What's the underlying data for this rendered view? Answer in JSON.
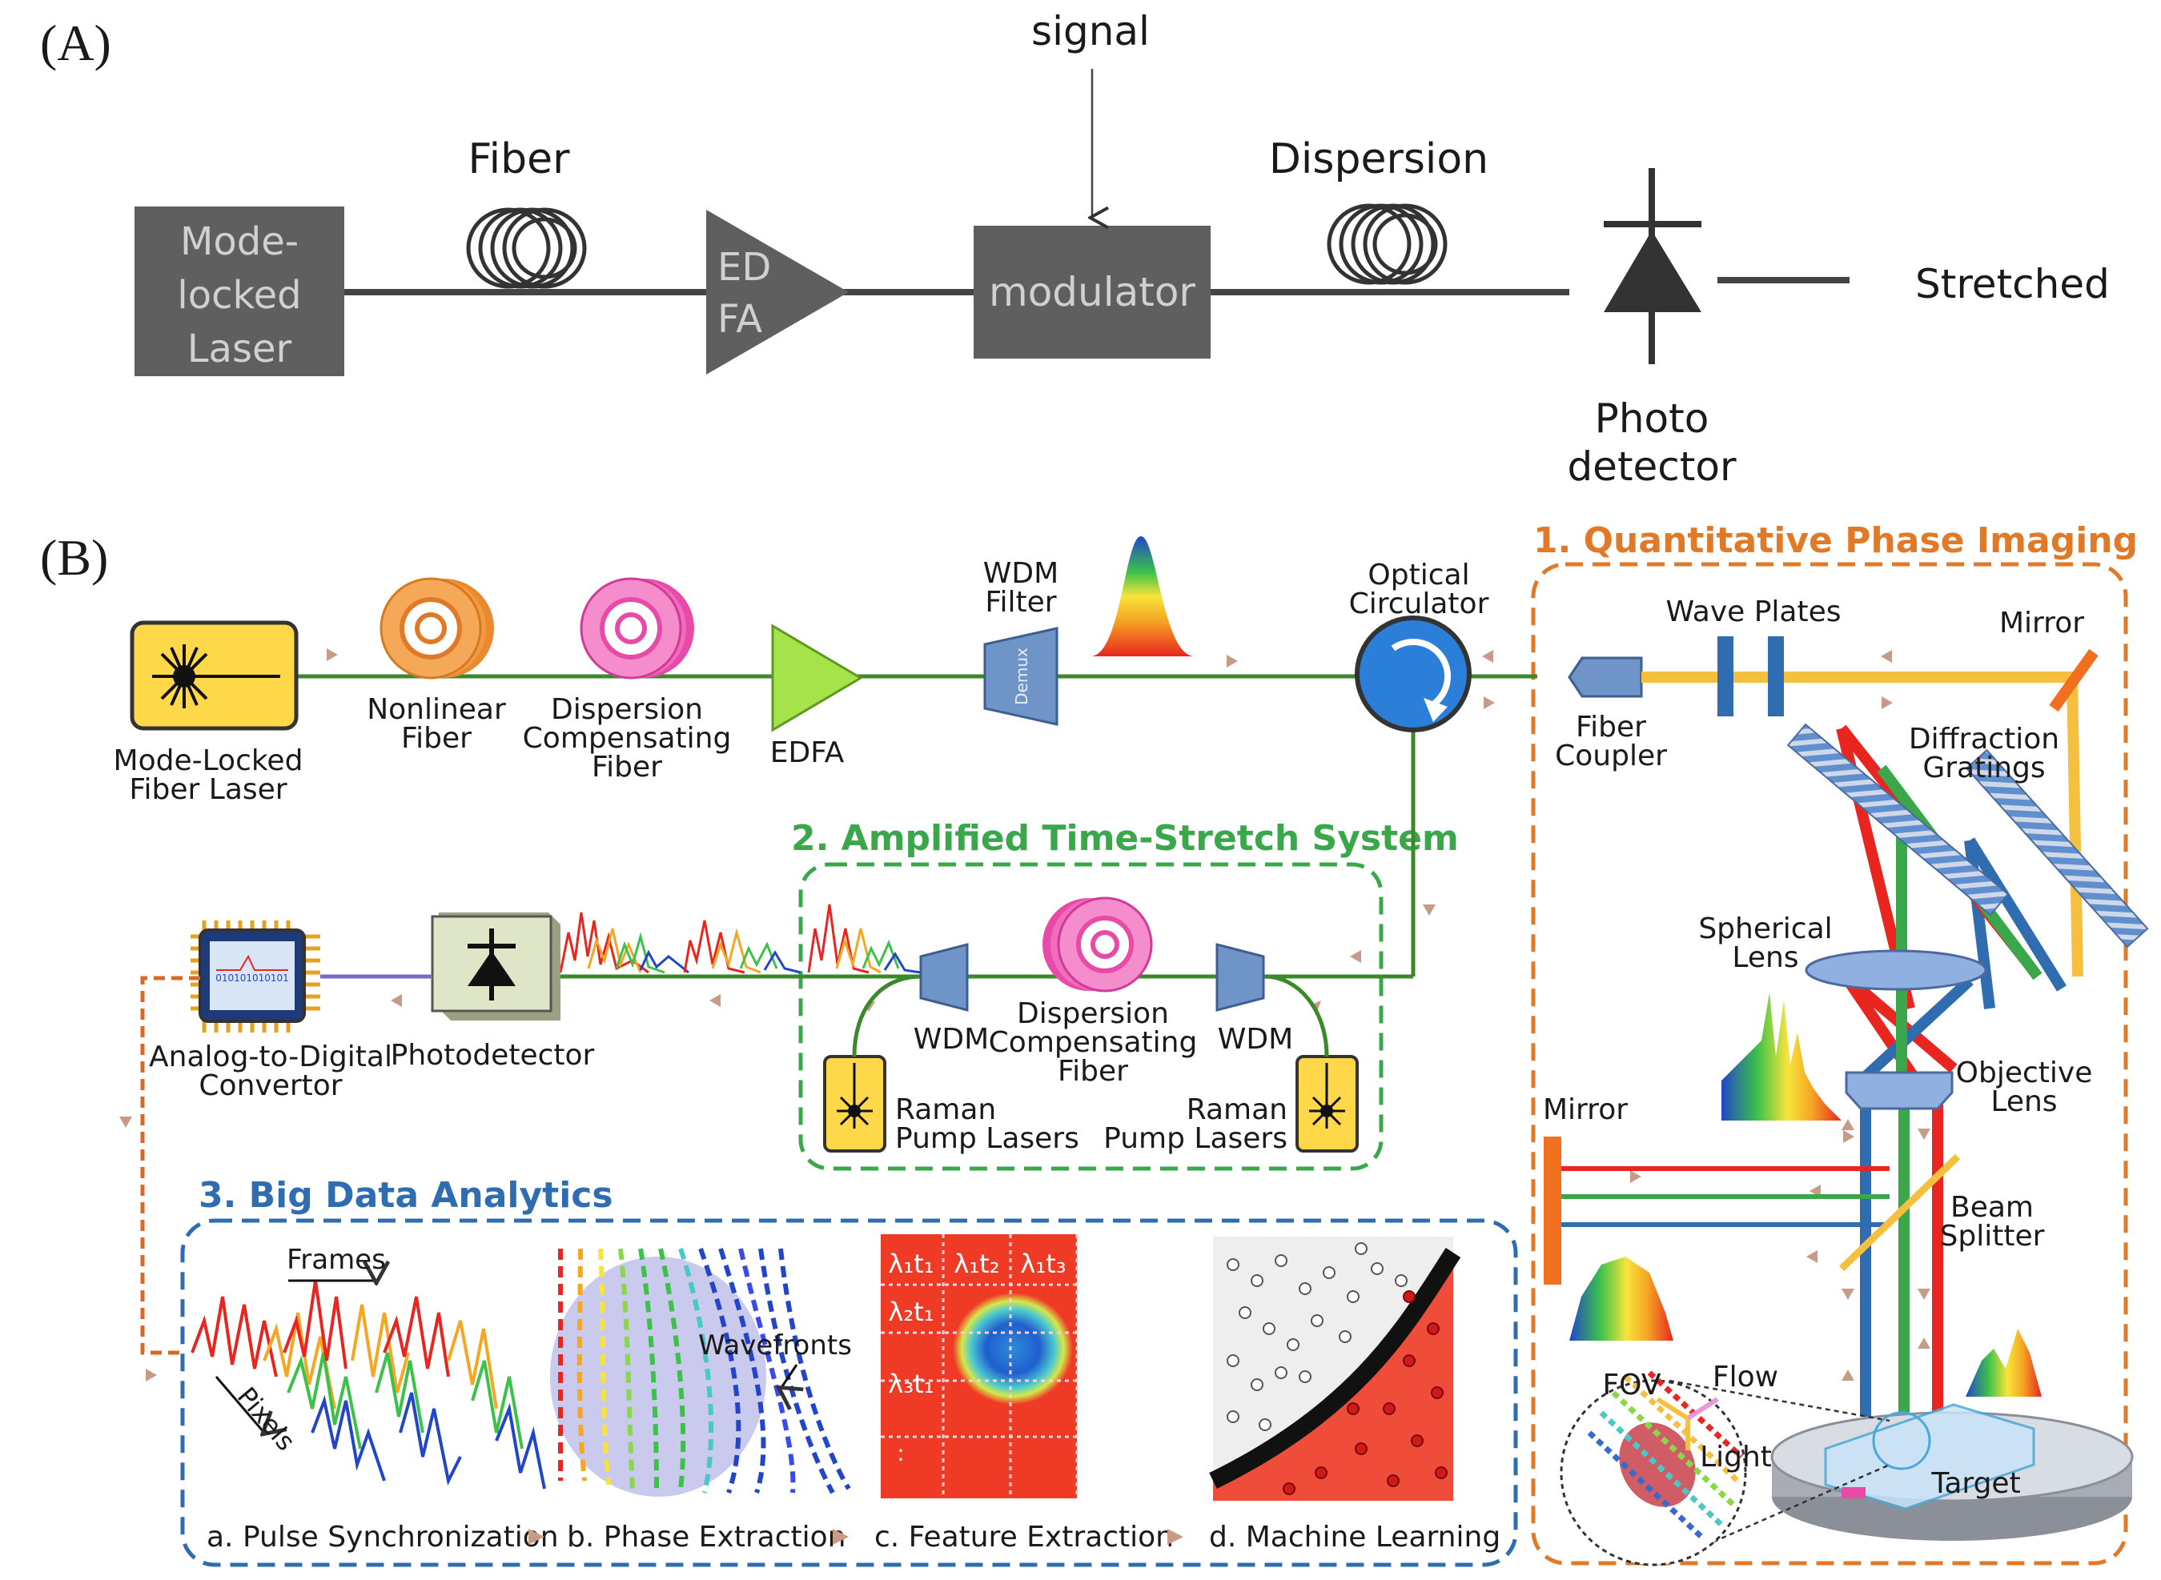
{
  "panel_a": {
    "label": "(A)",
    "signal": "signal",
    "fiber": "Fiber",
    "dispersion": "Dispersion",
    "laser": [
      "Mode-",
      "locked",
      "Laser"
    ],
    "edfa": [
      "ED",
      "FA"
    ],
    "modulator": "modulator",
    "stretched": "Stretched",
    "photodetector": [
      "Photo",
      "detector"
    ]
  },
  "panel_b": {
    "label": "(B)",
    "laser": [
      "Mode-Locked",
      "Fiber Laser"
    ],
    "nonlinear_fiber": [
      "Nonlinear",
      "Fiber"
    ],
    "dcf_top": [
      "Dispersion",
      "Compensating",
      "Fiber"
    ],
    "edfa": "EDFA",
    "wdm_filter": [
      "WDM",
      "Filter"
    ],
    "demux": "Demux",
    "circulator": [
      "Optical",
      "Circulator"
    ],
    "fiber_coupler": [
      "Fiber",
      "Coupler"
    ],
    "wave_plates": "Wave Plates",
    "mirror_top": "Mirror",
    "gratings": [
      "Diffraction",
      "Gratings"
    ],
    "spherical_lens": [
      "Spherical",
      "Lens"
    ],
    "objective_lens": [
      "Objective",
      "Lens"
    ],
    "mirror_left": "Mirror",
    "beam_splitter": [
      "Beam",
      "Splitter"
    ],
    "fov": "FOV",
    "flow": "Flow",
    "light": "Light",
    "target": "Target",
    "section1": "1. Quantitative Phase Imaging",
    "section2": "2. Amplified  Time-Stretch System",
    "section3": "3. Big Data Analytics",
    "wdm_left": "WDM",
    "wdm_right": "WDM",
    "dcf_mid": [
      "Dispersion",
      "Compensating",
      "Fiber"
    ],
    "raman_left": [
      "Raman",
      "Pump Lasers"
    ],
    "raman_right": [
      "Raman",
      "Pump Lasers"
    ],
    "photodetector": "Photodetector",
    "adc": [
      "Analog-to-Digital",
      "Convertor"
    ],
    "adc_bits": "010101010101",
    "frames": "Frames",
    "pixels": "Pixels",
    "wavefronts": "Wavefronts",
    "steps": [
      "a. Pulse Synchronization",
      "b. Phase Extraction",
      "c. Feature Extraction",
      "d. Machine Learning"
    ],
    "matrix": [
      "λ₁t₁",
      "λ₁t₂",
      "λ₁t₃",
      "...",
      "λ₂t₁",
      "λ₃t₁",
      ":"
    ]
  },
  "colors": {
    "gray_box": "#5f5f5f",
    "green_fiber": "#3a8a2a",
    "orange_section": "#e07a28",
    "green_section": "#3aa84a",
    "blue_section": "#2f6db0",
    "beam_yellow": "#f5c040",
    "edfa_green": "#a6e34a"
  }
}
